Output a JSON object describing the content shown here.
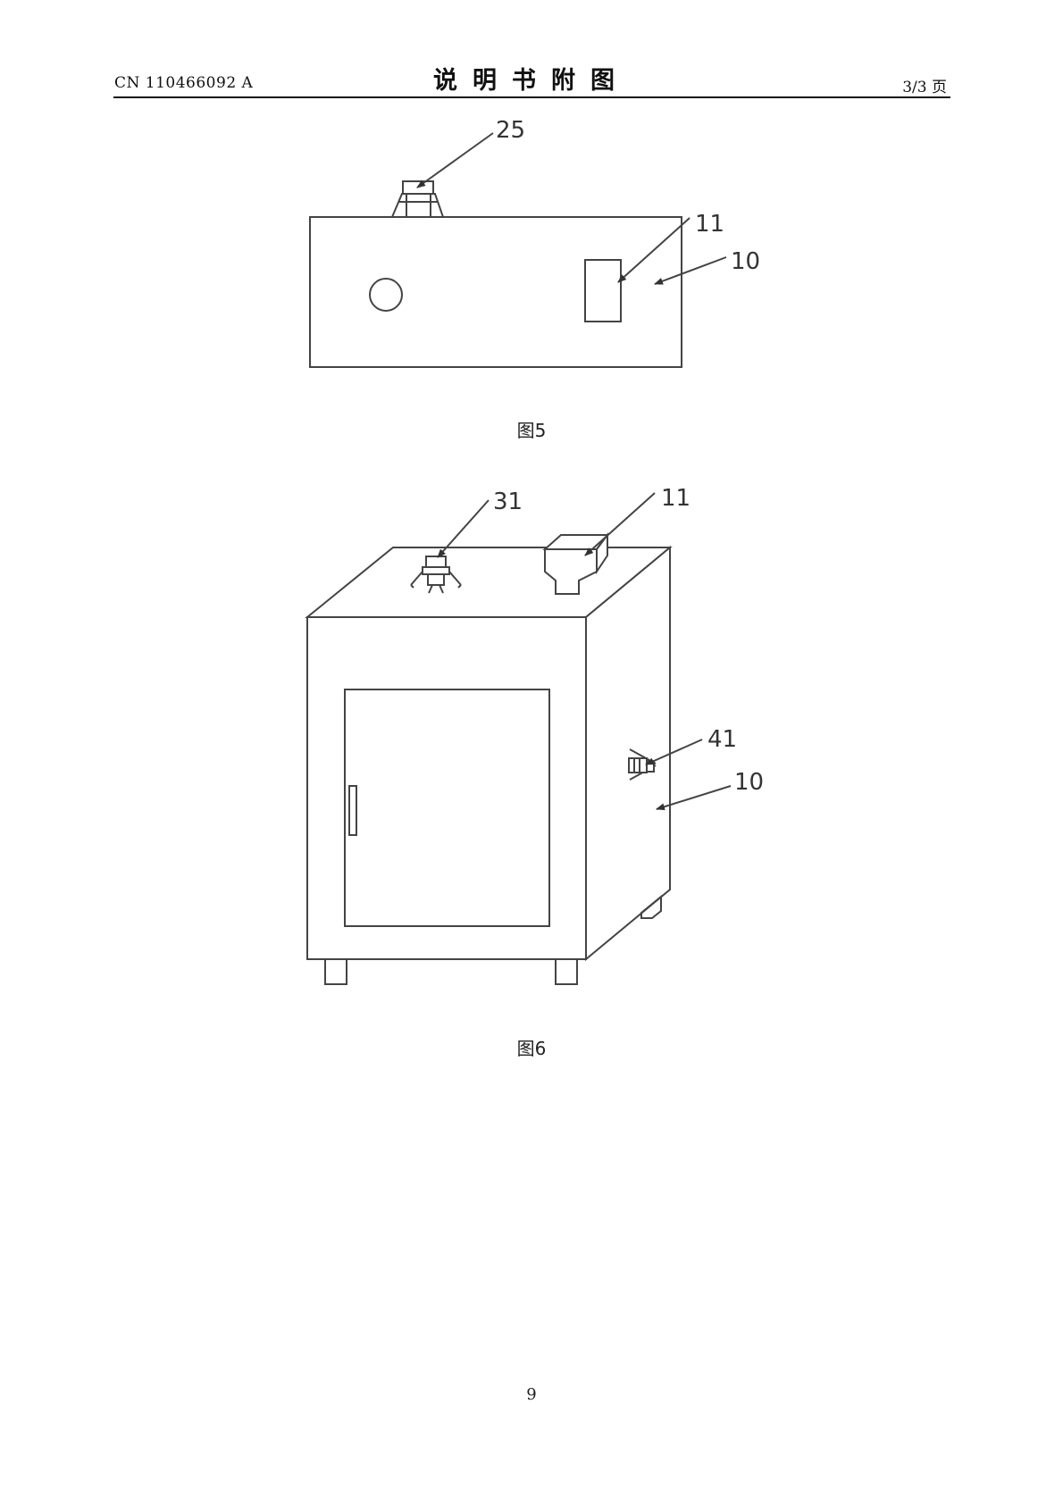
{
  "header": {
    "doc_number": "CN 110466092 A",
    "title": "说明书附图",
    "page_info": "3/3 页"
  },
  "figure5": {
    "caption": "图5",
    "refs": {
      "r25": "25",
      "r11": "11",
      "r10": "10"
    }
  },
  "figure6": {
    "caption": "图6",
    "refs": {
      "r31": "31",
      "r11": "11",
      "r41": "41",
      "r10": "10"
    }
  },
  "footer": {
    "page_number": "9"
  }
}
